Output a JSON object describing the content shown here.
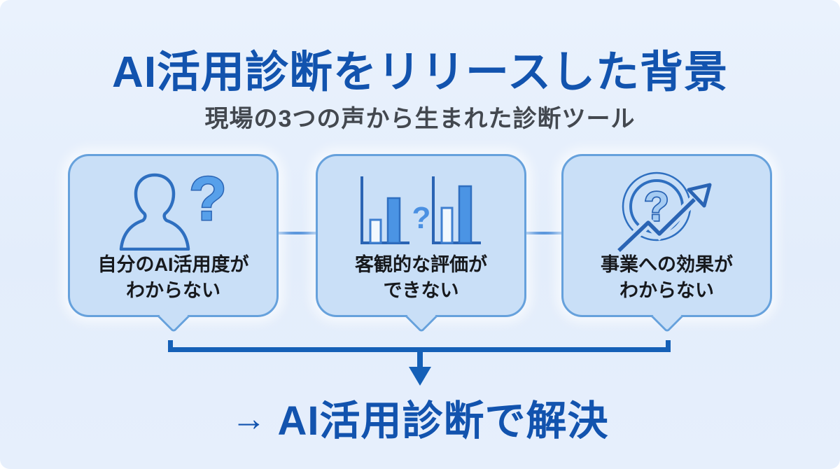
{
  "header": {
    "title": "AI活用診断をリリースした背景",
    "subtitle": "現場の3つの声から生まれた診断ツール"
  },
  "cards": [
    {
      "icon": "person-question-icon",
      "line1": "自分のAI活用度が",
      "line2": "わからない"
    },
    {
      "icon": "bar-chart-question-icon",
      "line1": "客観的な評価が",
      "line2": "できない"
    },
    {
      "icon": "growth-question-icon",
      "line1": "事業への効果が",
      "line2": "わからない"
    }
  ],
  "conclusion": {
    "arrow": "→",
    "text": "AI活用診断で解決"
  },
  "colors": {
    "background": "#e6effc",
    "accent_blue": "#1253ae",
    "bracket_blue": "#1560b7",
    "card_fill": "#c9dff7",
    "card_border": "#66a1dc",
    "connector": "#5b97dd",
    "icon_stroke": "#2a64b4",
    "icon_fill_blue": "#4b94e4",
    "subtitle_gray": "#43484f",
    "card_text": "#17191d"
  }
}
